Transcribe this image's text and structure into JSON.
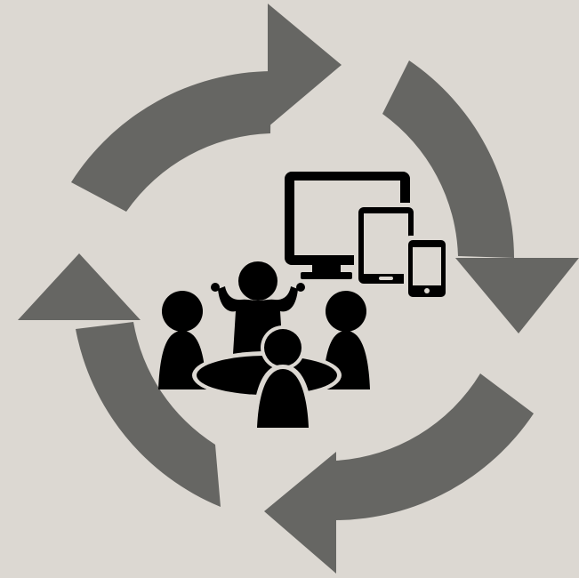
{
  "colors": {
    "background": "#dcd8d2",
    "arrow": "#666663",
    "icon": "#000000",
    "icon_outline": "#dcd8d2"
  },
  "cycle": {
    "arrow_count": 4,
    "direction": "clockwise"
  },
  "illustration": {
    "icons": [
      "desktop-monitor-icon",
      "tablet-icon",
      "smartphone-icon",
      "people-meeting-icon"
    ],
    "people_count": 4
  }
}
